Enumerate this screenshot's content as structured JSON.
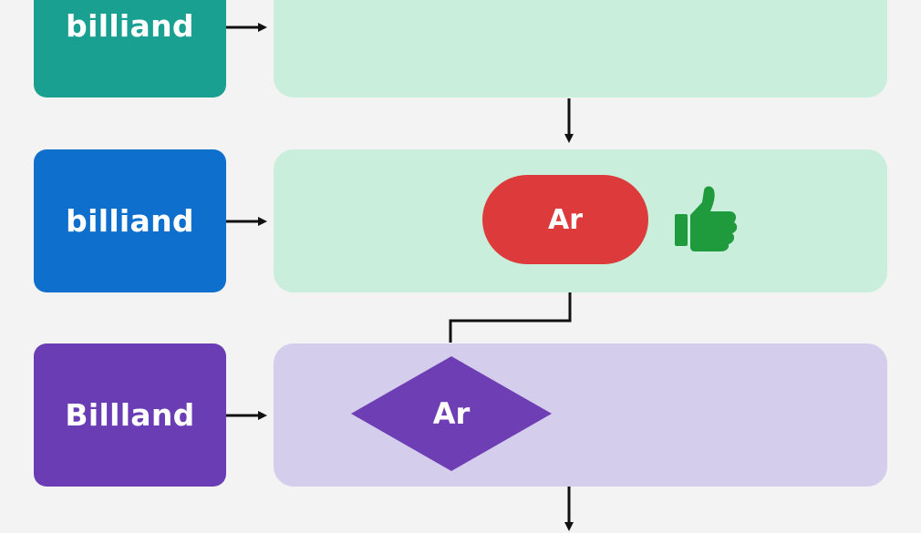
{
  "rows": [
    {
      "label": "billiand",
      "label_color": "#1aa090",
      "lane_color": "#c9eedc"
    },
    {
      "label": "billiand",
      "label_color": "#0f6fcc",
      "lane_color": "#c9eedc"
    },
    {
      "label": "Billland",
      "label_color": "#6b3db4",
      "lane_color": "#d5cdec"
    }
  ],
  "terminator": {
    "text": "Ar",
    "shape": "rounded-pill",
    "color": "#dd3b3b"
  },
  "decision": {
    "text": "Ar",
    "shape": "diamond",
    "color": "#6e3fb4"
  },
  "thumbs_up": {
    "icon": "thumbs-up-icon",
    "color": "#1f9a3c"
  },
  "connector_color": "#111111"
}
